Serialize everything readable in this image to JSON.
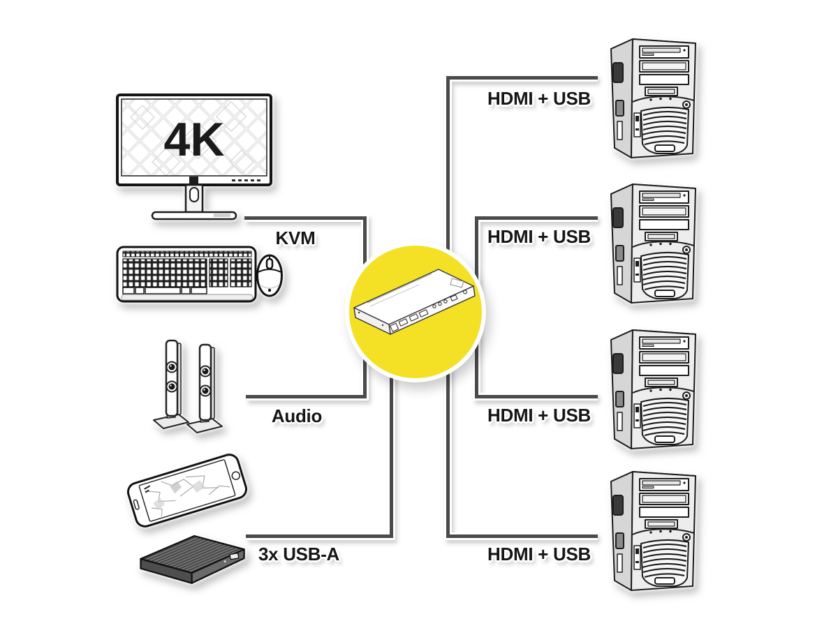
{
  "colors": {
    "accent_yellow": "#F4E024",
    "connector_line": "#4A4A4A",
    "label_text": "#161616"
  },
  "monitor": {
    "screen_text": "4K"
  },
  "hub": {
    "icon": "kvm-switch-icon"
  },
  "sources": [
    {
      "id": "kvm",
      "label": "KVM",
      "icons": [
        "monitor-icon",
        "keyboard-mouse-icon"
      ]
    },
    {
      "id": "audio",
      "label": "Audio",
      "icons": [
        "speakers-icon"
      ]
    },
    {
      "id": "usb",
      "label": "3x USB-A",
      "icons": [
        "smartphone-icon",
        "hard-drive-icon"
      ]
    }
  ],
  "outputs": [
    {
      "id": "pc1",
      "label": "HDMI + USB",
      "icon": "computer-tower-icon"
    },
    {
      "id": "pc2",
      "label": "HDMI + USB",
      "icon": "computer-tower-icon"
    },
    {
      "id": "pc3",
      "label": "HDMI + USB",
      "icon": "computer-tower-icon"
    },
    {
      "id": "pc4",
      "label": "HDMI + USB",
      "icon": "computer-tower-icon"
    }
  ]
}
